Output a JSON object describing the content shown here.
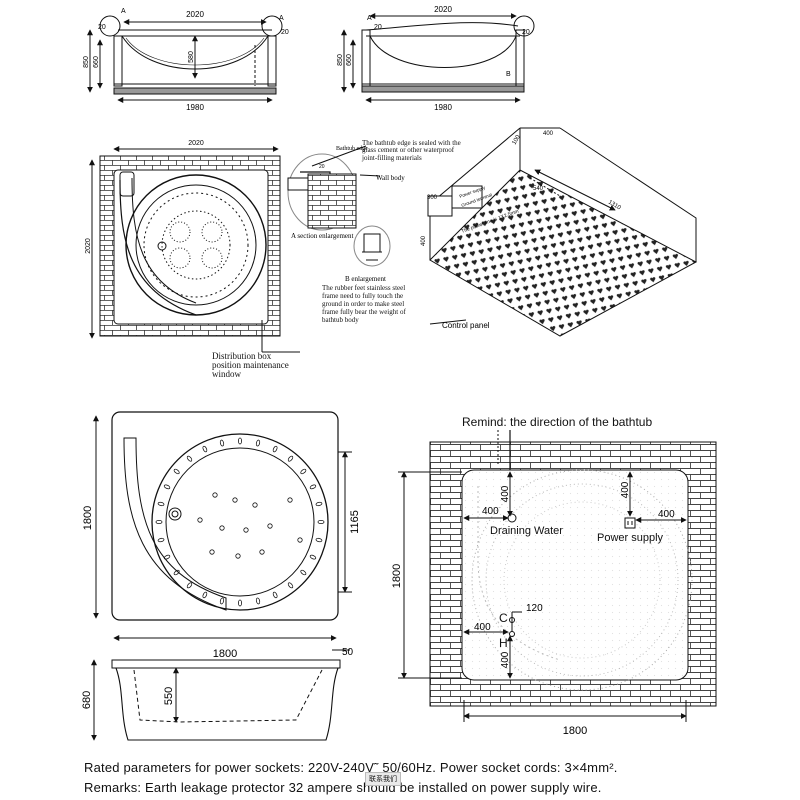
{
  "top_left_view": {
    "width_top": "2020",
    "width_bottom": "1980",
    "h_850": "850",
    "h_660": "660",
    "h_580": "580",
    "rim_left": "20",
    "rim_right": "20",
    "mark_a_left": "A",
    "mark_a_right": "A"
  },
  "top_right_view": {
    "width_top": "2020",
    "width_bottom": "1980",
    "h_850": "850",
    "h_660": "660",
    "rim_left": "20",
    "rim_right": "20",
    "mark_a": "A",
    "mark_b": "B"
  },
  "install_plan": {
    "width": "2020",
    "height": "2020",
    "distribution_note": "Distribution box\nposition maintenance\nwindow"
  },
  "enlargement": {
    "bathtub_edge": "Bathtub edge",
    "edge_note": "The bathtub edge is sealed with the\nglass cement or other waterproof\njoint-filling materials",
    "dim_20": "20",
    "wall_body": "Wall body",
    "a_caption": "A section enlargement",
    "b_caption": "B enlargement",
    "b_note": "The rubber feet stainless steel\nframe need to fully touch the\nground in order to make steel\nframe fully bear the weight of\nbathtub body"
  },
  "iso_view": {
    "d100": "100",
    "d400": "400",
    "d300": "300",
    "d540": "540",
    "d1310": "1310",
    "d400_side": "400",
    "power_text": "Power supply",
    "ground_text": "Ground terminal",
    "power_line_text": "The power line is 1X2.5mm",
    "control_panel": "Control panel"
  },
  "plan_view": {
    "width": "1800",
    "height": "1800",
    "inner": "1165"
  },
  "side_view": {
    "h680": "680",
    "h550": "550",
    "rim50": "50"
  },
  "floor_plan": {
    "remind": "Remind: the direction of the bathtub",
    "d400_drain_v": "400",
    "d400_drain_h": "400",
    "draining_water": "Draining Water",
    "d400_power_v": "400",
    "d400_power_h": "400",
    "power_supply": "Power supply",
    "c_label": "C",
    "h_label": "H",
    "d120": "120",
    "d400_ch_h": "400",
    "d400_ch_v": "400",
    "height": "1800",
    "width": "1800"
  },
  "remarks": {
    "line1": "Rated parameters for power sockets: 220V-240V˜ 50/60Hz. Power socket cords: 3×4mm².",
    "line2": "Remarks:  Earth leakage protector 32 ampere should be installed on power supply wire.",
    "stamp": "联系我们"
  }
}
